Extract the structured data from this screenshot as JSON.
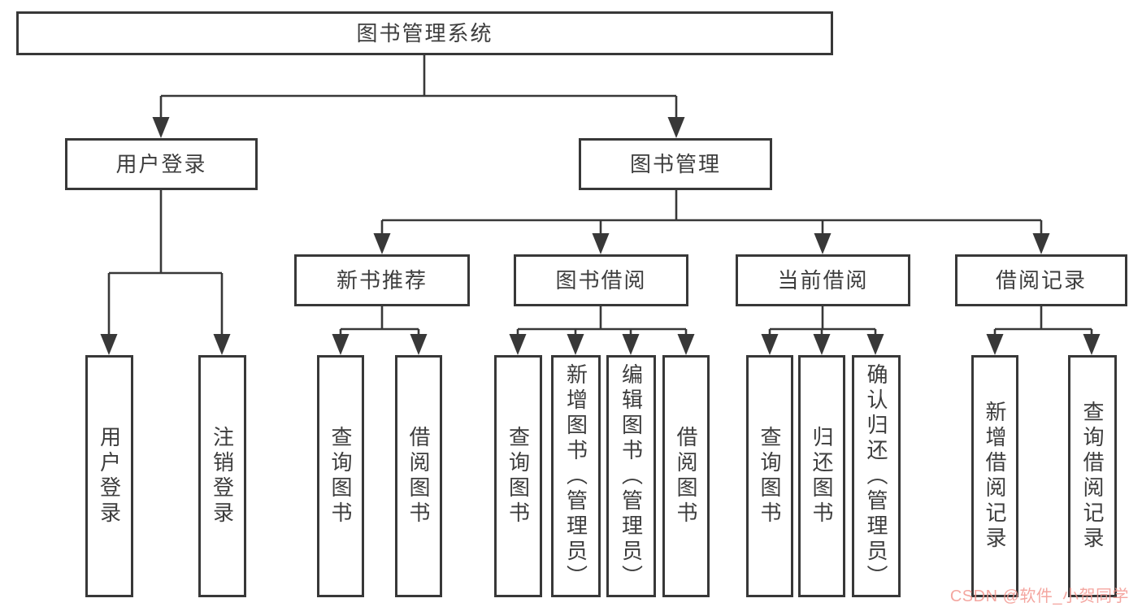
{
  "tree": {
    "root": {
      "label": "图书管理系统"
    },
    "children": [
      {
        "label": "用户登录",
        "children": [
          {
            "label": "用户登录"
          },
          {
            "label": "注销登录"
          }
        ]
      },
      {
        "label": "图书管理",
        "children": [
          {
            "label": "新书推荐",
            "children": [
              {
                "label": "查询图书"
              },
              {
                "label": "借阅图书"
              }
            ]
          },
          {
            "label": "图书借阅",
            "children": [
              {
                "label": "查询图书"
              },
              {
                "label": "新增图书（管理员）"
              },
              {
                "label": "编辑图书（管理员）"
              },
              {
                "label": "借阅图书"
              }
            ]
          },
          {
            "label": "当前借阅",
            "children": [
              {
                "label": "查询图书"
              },
              {
                "label": "归还图书"
              },
              {
                "label": "确认归还（管理员）"
              }
            ]
          },
          {
            "label": "借阅记录",
            "children": [
              {
                "label": "新增借阅记录"
              },
              {
                "label": "查询借阅记录"
              }
            ]
          }
        ]
      }
    ]
  },
  "watermark": {
    "text": "CSDN @软件_小贺同学"
  },
  "colors": {
    "line": "#383838",
    "box_border": "#383838",
    "box_fill": "#ffffff",
    "text": "#3d3d3d",
    "watermark": "#f2968f",
    "background": "#ffffff"
  }
}
